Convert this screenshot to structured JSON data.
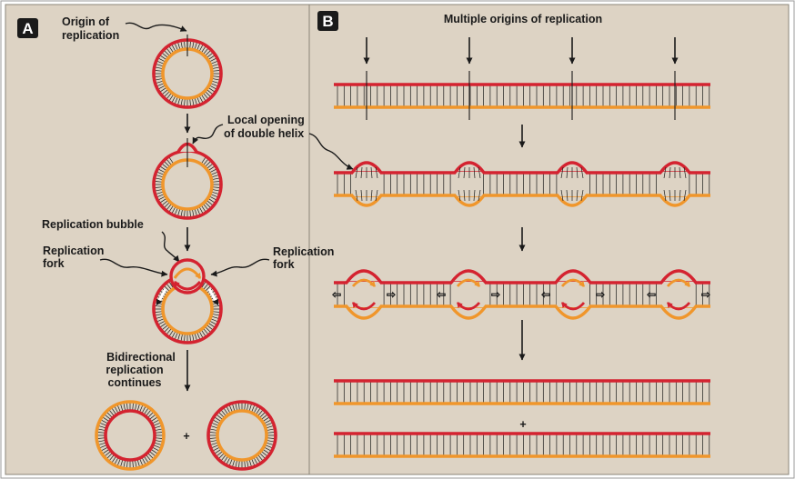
{
  "colors": {
    "background": "#ddd3c4",
    "red_strand": "#d42330",
    "orange_strand": "#f0962b",
    "rung": "#1a1a1a",
    "arrow": "#1a1a1a",
    "badge": "#1a1a1a"
  },
  "panel_a": {
    "badge": "A",
    "origin_label_1": "Origin of",
    "origin_label_2": "replication",
    "local_opening_1": "Local opening",
    "local_opening_2": "of double helix",
    "bubble_label": "Replication bubble",
    "fork_left_1": "Replication",
    "fork_left_2": "fork",
    "fork_right_1": "Replication",
    "fork_right_2": "fork",
    "bidirectional_1": "Bidirectional",
    "bidirectional_2": "replication",
    "bidirectional_3": "continues",
    "plus": "+"
  },
  "panel_b": {
    "badge": "B",
    "title": "Multiple origins of replication",
    "plus": "+"
  }
}
